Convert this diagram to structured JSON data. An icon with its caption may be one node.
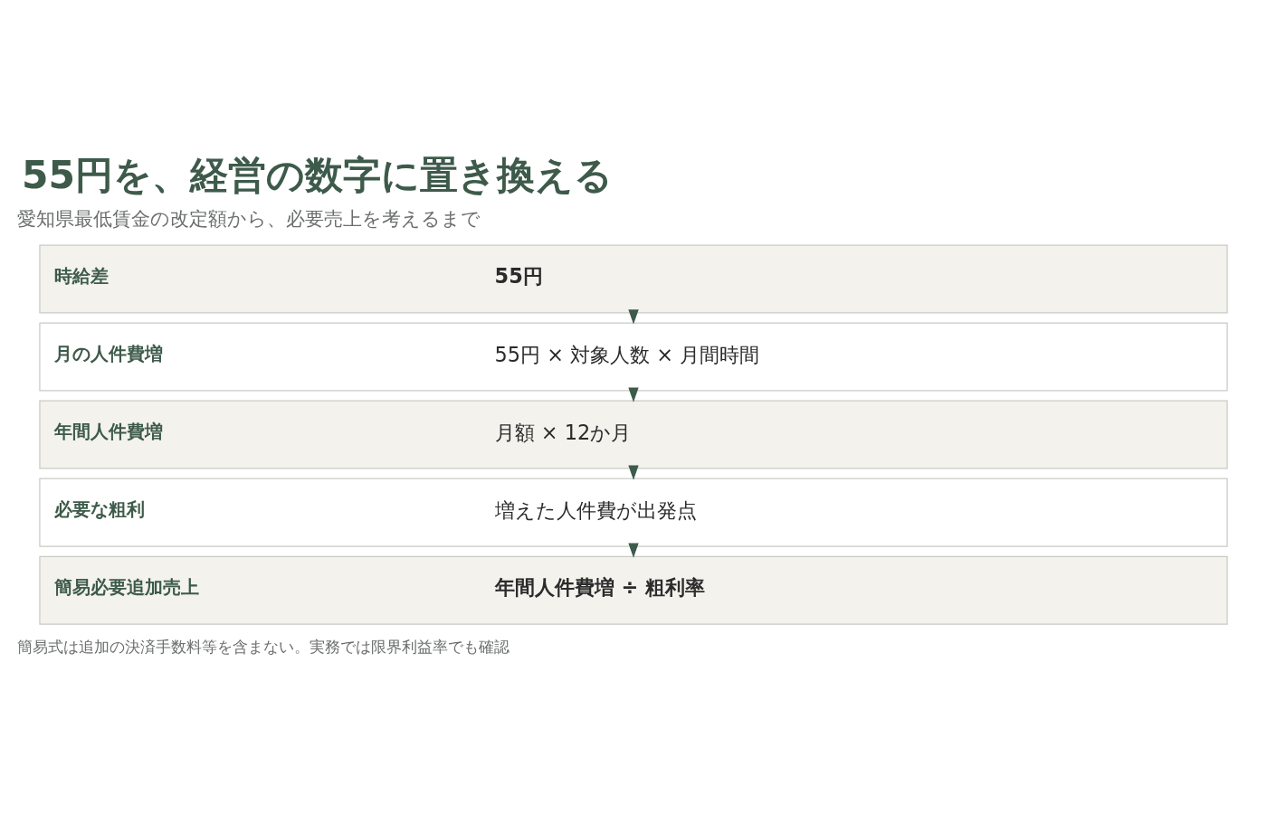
{
  "diagram": {
    "title": "55円を、経営の数字に置き換える",
    "nodes": [
      {
        "text": [
          "時給差",
          "55円"
        ]
      },
      {
        "text": [
          "月の人件費増",
          "55円 × 対象人数 × 月間時間"
        ]
      },
      {
        "text": [
          "年間人件費増",
          "月額 × 12か月"
        ]
      },
      {
        "text": [
          "必要な粗利",
          "増えた人件費が出発点"
        ]
      },
      {
        "text": [
          "簡易必要追加売上",
          "年間人件費増 ÷ 粗利率"
        ]
      }
    ],
    "edges": [
      {
        "from": 0,
        "to": 1,
        "arrow": "to"
      },
      {
        "from": 1,
        "to": 2,
        "arrow": "to"
      },
      {
        "from": 2,
        "to": 3,
        "arrow": "to"
      },
      {
        "from": 3,
        "to": 4,
        "arrow": "to"
      }
    ],
    "labels": [
      "愛知県最低賃金の改定額から、必要売上を考えるまで",
      "簡易式は追加の決済手数料等を含まない。実務では限界利益率でも確認"
    ]
  }
}
